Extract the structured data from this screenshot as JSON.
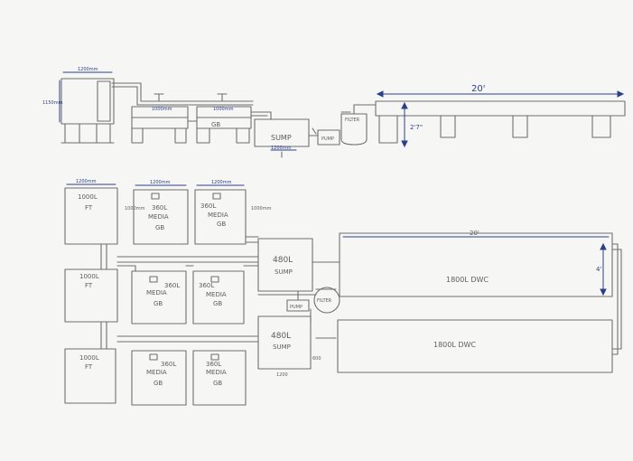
{
  "side_view": {
    "ft_width": "1200mm",
    "ft_height": "1150mm",
    "gb1_width": "1000mm",
    "gb2_width": "1000mm",
    "gb_label": "GB",
    "sump_label": "SUMP",
    "sump_width": "1200mm",
    "pump_label": "PUMP",
    "filter_label": "FILTER",
    "dwc_length": "20'",
    "dwc_height": "2'7\""
  },
  "plan_view": {
    "ft1_dim": "1200mm",
    "ft1_label": "1000L",
    "ft1_sub": "FT",
    "ft2_label": "1000L",
    "ft2_sub": "FT",
    "ft3_label": "1000L",
    "ft3_sub": "FT",
    "gb_a_dim": "1200mm",
    "gb_a_label": "360L",
    "gb_a_sub": "MEDIA",
    "gb_a_gb": "GB",
    "gb_b_dim": "1200mm",
    "gb_b_label": "360L",
    "gb_b_sub": "MEDIA",
    "gb_b_gb": "GB",
    "gb_c_label": "360L",
    "gb_c_sub": "MEDIA",
    "gb_c_gb": "GB",
    "gb_d_label": "360L",
    "gb_d_sub": "MEDIA",
    "gb_d_gb": "GB",
    "gb_e_label": "360L",
    "gb_e_sub": "MEDIA",
    "gb_e_gb": "GB",
    "gb_f_label": "360L",
    "gb_f_sub": "MEDIA",
    "gb_f_gb": "GB",
    "side_dim": "1000mm",
    "sump1_label": "480L",
    "sump1_sub": "SUMP",
    "sump2_label": "480L",
    "sump2_sub": "SUMP",
    "sump2_dim": "1200",
    "pump_label": "PUMP",
    "filter_label": "FILTER",
    "small_dim": "600",
    "dwc_length": "20'",
    "dwc_width": "4'",
    "dwc1_label": "1800L DWC",
    "dwc2_label": "1800L DWC"
  }
}
